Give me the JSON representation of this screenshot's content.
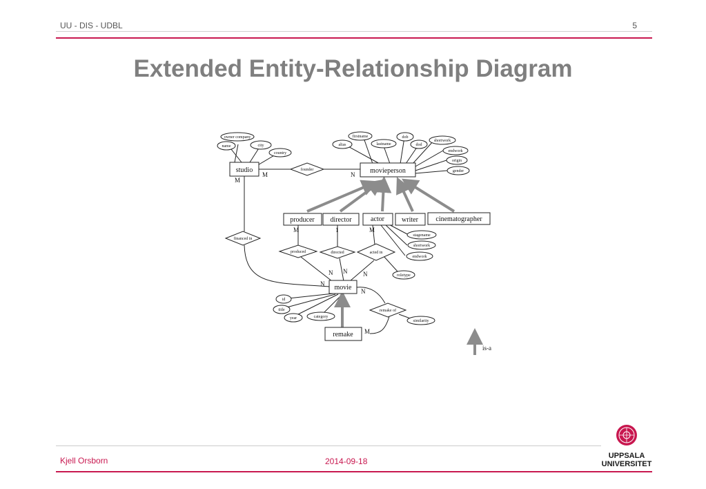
{
  "header": {
    "course": "UU - DIS - UDBL",
    "page_number": "5"
  },
  "slide": {
    "title": "Extended Entity-Relationship Diagram"
  },
  "diagram": {
    "entities": {
      "studio": "studio",
      "movieperson": "movieperson",
      "producer": "producer",
      "director": "director",
      "actor": "actor",
      "writer": "writer",
      "cinematographer": "cinematographer",
      "movie": "movie",
      "remake": "remake"
    },
    "relationships": {
      "founder": "founder",
      "financed_in": "financed in",
      "produced": "produced",
      "directed": "directed",
      "acted_in": "acted in",
      "remake_of": "remake of"
    },
    "attributes": {
      "studio": [
        "owner company",
        "name",
        "city",
        "country"
      ],
      "movieperson": [
        "firstname",
        "alias",
        "lastname",
        "dob",
        "dod",
        "shortwork",
        "endwork",
        "origin",
        "gender"
      ],
      "actor": [
        "stagename",
        "shortwork",
        "endwork"
      ],
      "acted_in": [
        "roletype"
      ],
      "movie": [
        "id",
        "title",
        "year",
        "category"
      ],
      "remake_of": [
        "similarity"
      ]
    },
    "cardinalities": {
      "studio_founder": "M",
      "movieperson_founder": "N",
      "studio_financed": "M",
      "producer_produced": "M",
      "director_directed": "1",
      "actor_acted": "M",
      "movie_financed": "N",
      "movie_produced": "N",
      "movie_directed": "N",
      "movie_acted": "N",
      "movie_remake_of": "N",
      "remake_remake_of": "M"
    },
    "legend": {
      "label": "is-a"
    }
  },
  "footer": {
    "author": "Kjell Orsborn",
    "date": "2014-09-18",
    "logo_text_line1": "UPPSALA",
    "logo_text_line2": "UNIVERSITET",
    "logo_icon": "university-seal"
  },
  "colors": {
    "accent": "#c8174f",
    "title": "#7f7f7f",
    "arrow": "#8c8c8c"
  }
}
